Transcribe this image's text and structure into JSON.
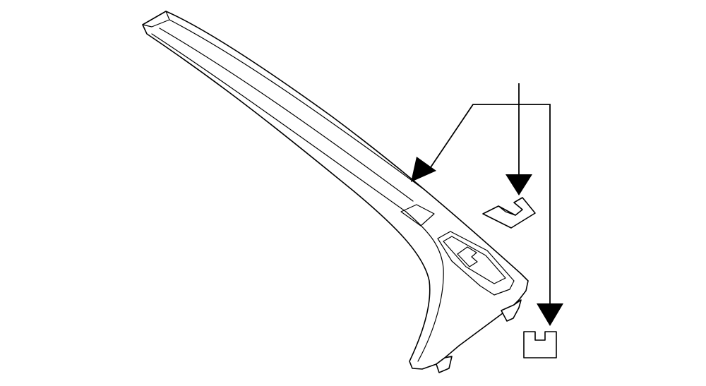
{
  "diagram": {
    "background_color": "#ffffff",
    "line_color": "#000000",
    "parts": [
      {
        "name": "pillar-trim-panel",
        "icon": "trim-panel"
      },
      {
        "name": "retainer-clip",
        "icon": "clip"
      },
      {
        "name": "square-nut-clip",
        "icon": "clip"
      }
    ],
    "callout_arrows": 3
  }
}
